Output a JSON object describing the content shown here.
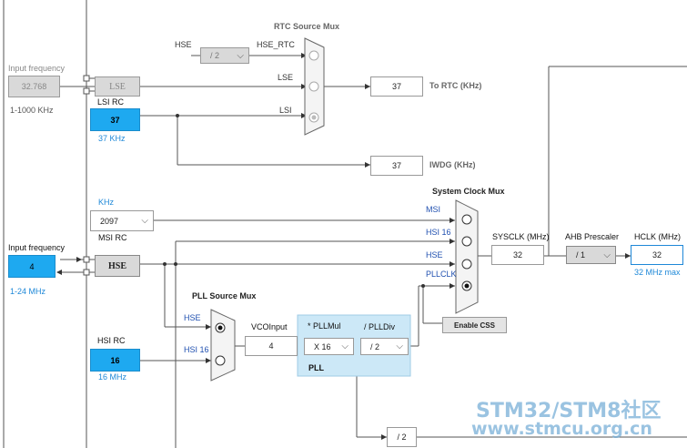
{
  "rtc_mux": {
    "title": "RTC Source Mux",
    "hse_label": "HSE",
    "divider": "/ 2",
    "hse_rtc_label": "HSE_RTC",
    "lse_label": "LSE",
    "lsi_label": "LSI"
  },
  "to_rtc": {
    "value": "37",
    "label": "To RTC (KHz)"
  },
  "iwdg": {
    "value": "37",
    "label": "IWDG (KHz)"
  },
  "lse_input": {
    "label": "Input frequency",
    "value": "32.768",
    "range": "1-1000 KHz"
  },
  "lse_box": {
    "label": "LSE"
  },
  "lsi_rc": {
    "label": "LSI RC",
    "value": "37",
    "freq": "37 KHz"
  },
  "msi": {
    "unit": "KHz",
    "value": "2097",
    "label": "MSI RC"
  },
  "hse_input": {
    "label": "Input frequency",
    "value": "4",
    "range": "1-24 MHz"
  },
  "hse_box": {
    "label": "HSE"
  },
  "hsi_rc": {
    "label": "HSI RC",
    "value": "16",
    "freq": "16 MHz"
  },
  "sys_mux": {
    "title": "System Clock Mux",
    "msi": "MSI",
    "hsi16": "HSI 16",
    "hse": "HSE",
    "pllclk": "PLLCLK"
  },
  "sysclk": {
    "label": "SYSCLK (MHz)",
    "value": "32"
  },
  "ahb": {
    "label": "AHB Prescaler",
    "value": "/ 1"
  },
  "hclk": {
    "label": "HCLK (MHz)",
    "value": "32",
    "max": "32 MHz max"
  },
  "enable_css": "Enable CSS",
  "pll_mux": {
    "title": "PLL Source Mux",
    "hse": "HSE",
    "hsi16": "HSI 16"
  },
  "pll": {
    "vco_label": "VCOInput",
    "vco_value": "4",
    "mul_label": "* PLLMul",
    "mul_value": "X 16",
    "div_label": "/ PLLDiv",
    "div_value": "/ 2",
    "name": "PLL"
  },
  "bottom_div": "/ 2",
  "watermark": {
    "line1": "STM32/STM8社区",
    "line2": "www.stmcu.org.cn"
  }
}
